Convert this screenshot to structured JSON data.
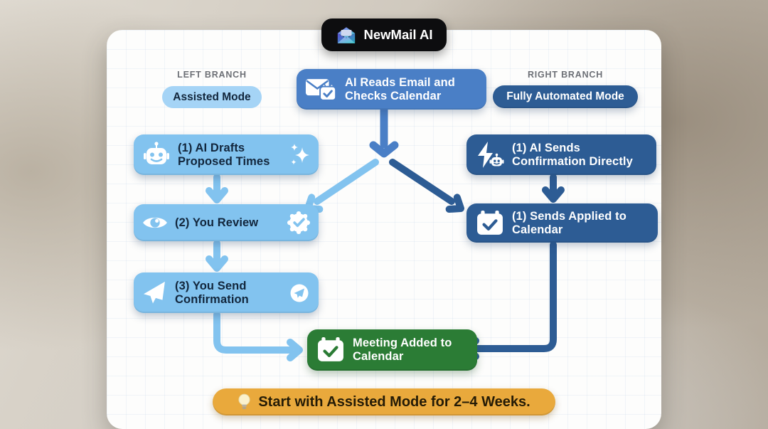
{
  "app": {
    "title": "NewMail AI",
    "logo_icon": "newmail-envelope-icon"
  },
  "colors": {
    "light_blue": "#82c3ef",
    "mid_blue": "#4a7fc6",
    "dark_blue": "#2d5c94",
    "green": "#2b7c35",
    "orange": "#e9a93c",
    "logo_bg": "#0d0d0f",
    "card_bg": "#fdfdfc",
    "dark_text": "#12263c",
    "branch_label_gray": "#6d7076"
  },
  "flow": {
    "center": {
      "label": "AI Reads Email and Checks Calendar",
      "icon": "email-calendar-icon"
    },
    "left": {
      "branch_label": "LEFT BRANCH",
      "mode_label": "Assisted Mode",
      "steps": [
        {
          "label": "(1) AI Drafts Proposed Times",
          "icon": "robot-icon",
          "trailing_icon": "sparkles-icon"
        },
        {
          "label": "(2) You Review",
          "icon": "eye-icon",
          "trailing_icon": "verified-badge-icon"
        },
        {
          "label": "(3) You Send Confirmation",
          "icon": "paper-plane-icon",
          "trailing_icon": "paper-plane-circle-icon"
        }
      ]
    },
    "right": {
      "branch_label": "RIGHT BRANCH",
      "mode_label": "Fully Automated Mode",
      "steps": [
        {
          "label": "(1) AI Sends Confirmation Directly",
          "icon": "bolt-robot-icon"
        },
        {
          "label": "(1) Sends Applied to Calendar",
          "icon": "calendar-check-icon"
        }
      ]
    },
    "result": {
      "label": "Meeting Added to Calendar",
      "icon": "calendar-check-icon"
    },
    "tip": {
      "label": "Start with Assisted Mode for 2–4 Weeks.",
      "icon": "lightbulb-icon"
    }
  }
}
